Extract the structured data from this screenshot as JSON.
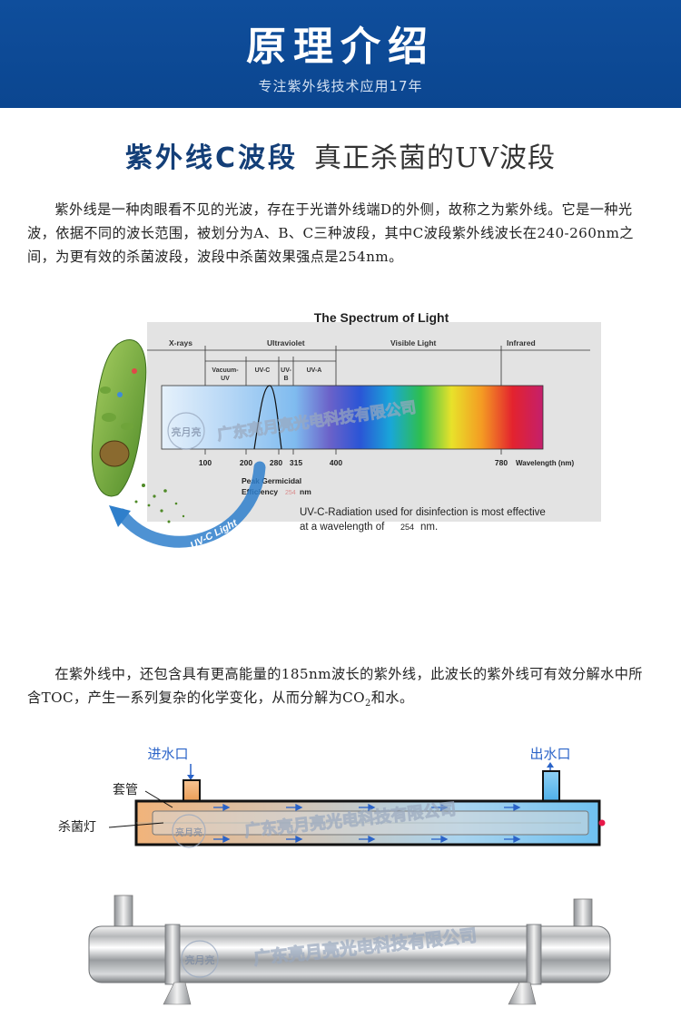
{
  "header": {
    "title": "原理介绍",
    "subtitle": "专注紫外线技术应用17年"
  },
  "section": {
    "heading_strong": "紫外线C波段",
    "heading_light": "真正杀菌的UV波段"
  },
  "paragraph1": "紫外线是一种肉眼看不见的光波，存在于光谱外线端D的外侧，故称之为紫外线。它是一种光波，依据不同的波长范围，被划分为A、B、C三种波段，其中C波段紫外线波长在240-260nm之间，为更有效的杀菌波段，波段中杀菌效果强点是254nm。",
  "paragraph2": {
    "text": "在紫外线中，还包含具有更高能量的185nm波长的紫外线，此波长的紫外线可有效分解水中所含TOC，产生一系列复杂的化学变化，从而分解为CO",
    "sub": "2",
    "tail": "和水。"
  },
  "spectrum": {
    "title": "The Spectrum of Light",
    "bands": {
      "xrays": "X-rays",
      "ultraviolet": "Ultraviolet",
      "visible": "Visible Light",
      "infrared": "Infrared",
      "vacuum_uv_1": "Vacuum-",
      "vacuum_uv_2": "UV",
      "uvc": "UV-C",
      "uvb_1": "UV-",
      "uvb_2": "B",
      "uva": "UV-A"
    },
    "ticks": {
      "t100": "100",
      "t200": "200",
      "t280": "280",
      "t315": "315",
      "t400": "400",
      "t780": "780"
    },
    "axis_label": "Wavelength (nm)",
    "peak_line1": "Peak Germicidal",
    "peak_line2": "Efficiency",
    "peak_value": "254",
    "peak_unit": "nm",
    "note_line1": "UV-C-Radiation used for disinfection is most effective",
    "note_line2_a": "at a wavelength of",
    "note_value": "254",
    "note_unit": "nm.",
    "uvc_light": "UV-C Light",
    "watermark": "广东亮月亮光电科技有限公司",
    "logo_text": "亮月亮"
  },
  "diagram": {
    "inlet": "进水口",
    "outlet": "出水口",
    "sleeve": "套管",
    "lamp": "杀菌灯",
    "watermark": "广东亮月亮光电科技有限公司",
    "logo_text": "亮月亮"
  },
  "product": {
    "watermark": "广东亮月亮光电科技有限公司",
    "logo_text": "亮月亮"
  },
  "colors": {
    "header_blue": "#0f4e9c",
    "heading_navy": "#143f78",
    "arrow_blue": "#2a63c8"
  }
}
